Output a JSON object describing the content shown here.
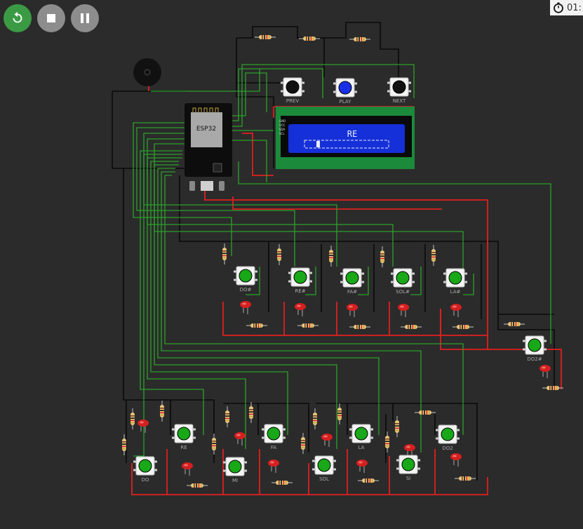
{
  "toolbar": {
    "restart_icon": "restart-icon",
    "stop_icon": "stop-icon",
    "pause_icon": "pause-icon",
    "timer_icon": "stopwatch-icon",
    "timer_text": "01:"
  },
  "board": {
    "label": "ESP32"
  },
  "lcd": {
    "text": "RE",
    "bar": "[▮▯▯▯▯▯▯▯▯▯▯▯▯▯]",
    "pin_labels": [
      "GND",
      "VCC",
      "SDA",
      "SCL"
    ]
  },
  "buttons": [
    {
      "id": "prev",
      "label": "PREV",
      "color": "#111111"
    },
    {
      "id": "play",
      "label": "PLAY",
      "color": "#1a30e8"
    },
    {
      "id": "next",
      "label": "NEXT",
      "color": "#111111"
    },
    {
      "id": "do-sharp",
      "label": "DO#",
      "color": "#18a818"
    },
    {
      "id": "re-sharp",
      "label": "RE#",
      "color": "#18a818"
    },
    {
      "id": "fa-sharp",
      "label": "FA#",
      "color": "#18a818"
    },
    {
      "id": "sol-sharp",
      "label": "SOL#",
      "color": "#18a818"
    },
    {
      "id": "la-sharp",
      "label": "LA#",
      "color": "#18a818"
    },
    {
      "id": "do2-sharp",
      "label": "DO2#",
      "color": "#18a818"
    },
    {
      "id": "do",
      "label": "DO",
      "color": "#18a818"
    },
    {
      "id": "re",
      "label": "RE",
      "color": "#18a818"
    },
    {
      "id": "mi",
      "label": "MI",
      "color": "#18a818"
    },
    {
      "id": "fa",
      "label": "FA",
      "color": "#18a818"
    },
    {
      "id": "sol",
      "label": "SOL",
      "color": "#18a818"
    },
    {
      "id": "la",
      "label": "LA",
      "color": "#18a818"
    },
    {
      "id": "si",
      "label": "SI",
      "color": "#18a818"
    },
    {
      "id": "do2",
      "label": "DO2",
      "color": "#18a818"
    }
  ],
  "colors": {
    "background": "#2b2b2b",
    "wire_red": "#e02020",
    "wire_green": "#2aa12a",
    "wire_black": "#0a0a0a",
    "lcd_pcb": "#1b8a3a",
    "lcd_screen": "#1530d8",
    "lcd_text": "#e8ecff"
  }
}
